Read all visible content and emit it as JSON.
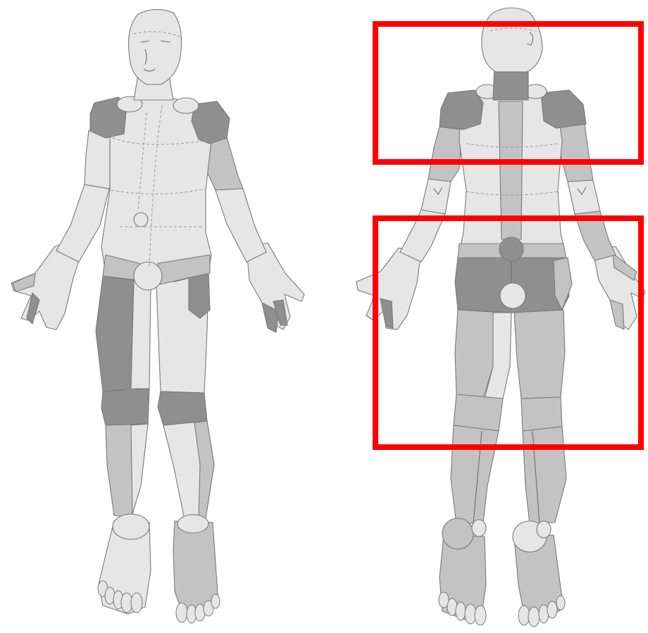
{
  "colors": {
    "background": "#ffffff",
    "unaffected": "#e6e6e6",
    "mild": "#c3c3c3",
    "severe": "#8f8f8f",
    "outline": "#7a7a7a",
    "highlight": "#ff0000"
  },
  "figures": [
    {
      "view": "front"
    },
    {
      "view": "back"
    }
  ],
  "highlight_boxes": [
    {
      "label": "",
      "target": "upper-back-region"
    },
    {
      "label": "",
      "target": "lower-back-region"
    }
  ]
}
